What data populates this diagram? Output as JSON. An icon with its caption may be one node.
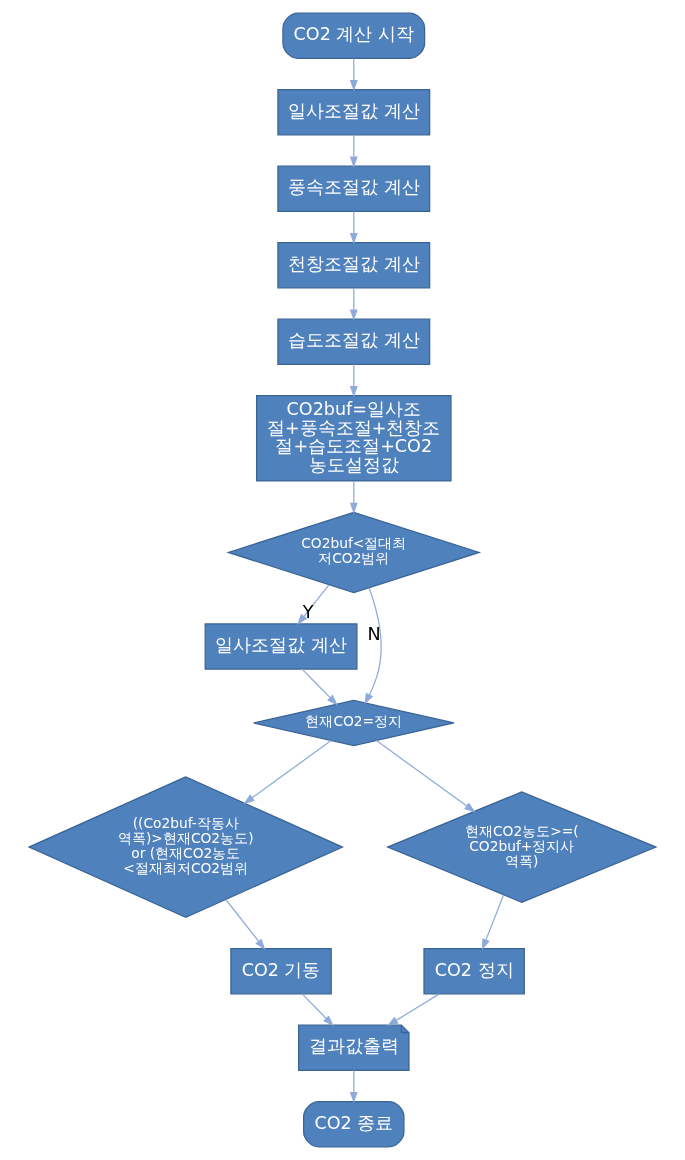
{
  "diagram": {
    "nodes": [
      {
        "text": [
          "CO2 계산 시작"
        ]
      },
      {
        "text": [
          "일사조절값 계산"
        ]
      },
      {
        "text": [
          "풍속조절값 계산"
        ]
      },
      {
        "text": [
          "천창조절값 계산"
        ]
      },
      {
        "text": [
          "습도조절값 계산"
        ]
      },
      {
        "text": [
          "CO2buf=일사조절+풍속조절+천창조절+습도조절+CO2농도설정값"
        ]
      },
      {
        "text": [
          "CO2buf<절대최저CO2범위"
        ]
      },
      {
        "text": [
          "일사조절값 계산"
        ]
      },
      {
        "text": [
          "현재CO2=정지"
        ]
      },
      {
        "text": [
          "((Co2buf-작동사역폭)>현재CO2농도) or (현재CO2농도<절재최저CO2범위"
        ]
      },
      {
        "text": [
          "현재CO2농도>=(CO2buf+정지사역폭)"
        ]
      },
      {
        "text": [
          "CO2 기동"
        ]
      },
      {
        "text": [
          "CO2 정지"
        ]
      },
      {
        "text": [
          "결과값출력"
        ]
      },
      {
        "text": [
          "CO2 종료"
        ]
      }
    ],
    "edges": [
      {
        "from": 0,
        "to": 1,
        "arrow": "to"
      },
      {
        "from": 1,
        "to": 2,
        "arrow": "to"
      },
      {
        "from": 2,
        "to": 3,
        "arrow": "to"
      },
      {
        "from": 3,
        "to": 4,
        "arrow": "to"
      },
      {
        "from": 4,
        "to": 5,
        "arrow": "to"
      },
      {
        "from": 5,
        "to": 6,
        "arrow": "to"
      },
      {
        "from": 6,
        "to": 8,
        "arrow": "to",
        "label": "N"
      },
      {
        "from": 6,
        "to": 7,
        "arrow": "to",
        "label": "Y"
      },
      {
        "from": 7,
        "to": 8,
        "arrow": "to"
      },
      {
        "from": 8,
        "to": 9,
        "arrow": "to"
      },
      {
        "from": 8,
        "to": 10,
        "arrow": "to"
      },
      {
        "from": 9,
        "to": 11,
        "arrow": "to"
      },
      {
        "from": 10,
        "to": 12,
        "arrow": "to"
      },
      {
        "from": 11,
        "to": 13,
        "arrow": "to"
      },
      {
        "from": 12,
        "to": 13,
        "arrow": "to"
      },
      {
        "from": 13,
        "to": 14,
        "arrow": "to"
      }
    ]
  }
}
